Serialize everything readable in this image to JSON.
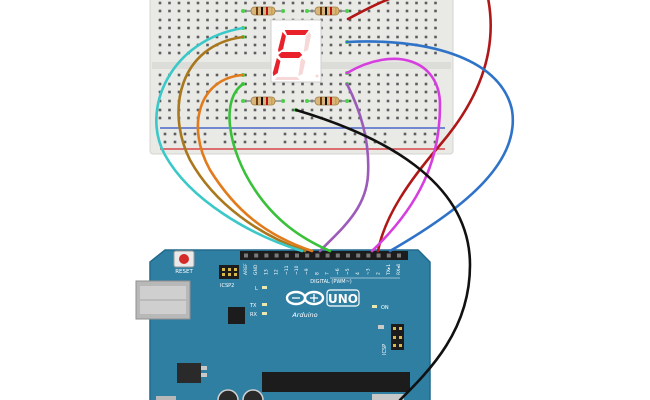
{
  "board": {
    "brand": "Arduino",
    "model": "UNO",
    "reset_label": "RESET",
    "icsp2_label": "ICSP2",
    "icsp_label": "ICSP",
    "digital_label": "DIGITAL (PWM~)",
    "on_label": "ON",
    "tx_label": "TX",
    "rx_label": "RX",
    "l_label": "L",
    "pin_labels": [
      "AREF",
      "GND",
      "13",
      "12",
      "~11",
      "~10",
      "~9",
      "8",
      "7",
      "~6",
      "~5",
      "4",
      "~3",
      "2",
      "TX▸1",
      "RX◂0"
    ]
  },
  "display": {
    "character": "F",
    "segment_color": "#e8212b",
    "body_color": "#ffffff"
  },
  "colors": {
    "board": "#2f7fa3",
    "board_edge": "#226a8c",
    "breadboard": "#e9e9e6",
    "rail_red": "#d3242b",
    "rail_blue": "#2a4fc4",
    "wire_red": "#b01818",
    "wire_blue": "#2f73c9",
    "wire_magenta": "#d63ee0",
    "wire_purple": "#9b5bb9",
    "wire_black": "#111111",
    "wire_green": "#39c13a",
    "wire_orange": "#e27b1c",
    "wire_brown": "#a9781c",
    "wire_cyan": "#3ac8c8"
  }
}
